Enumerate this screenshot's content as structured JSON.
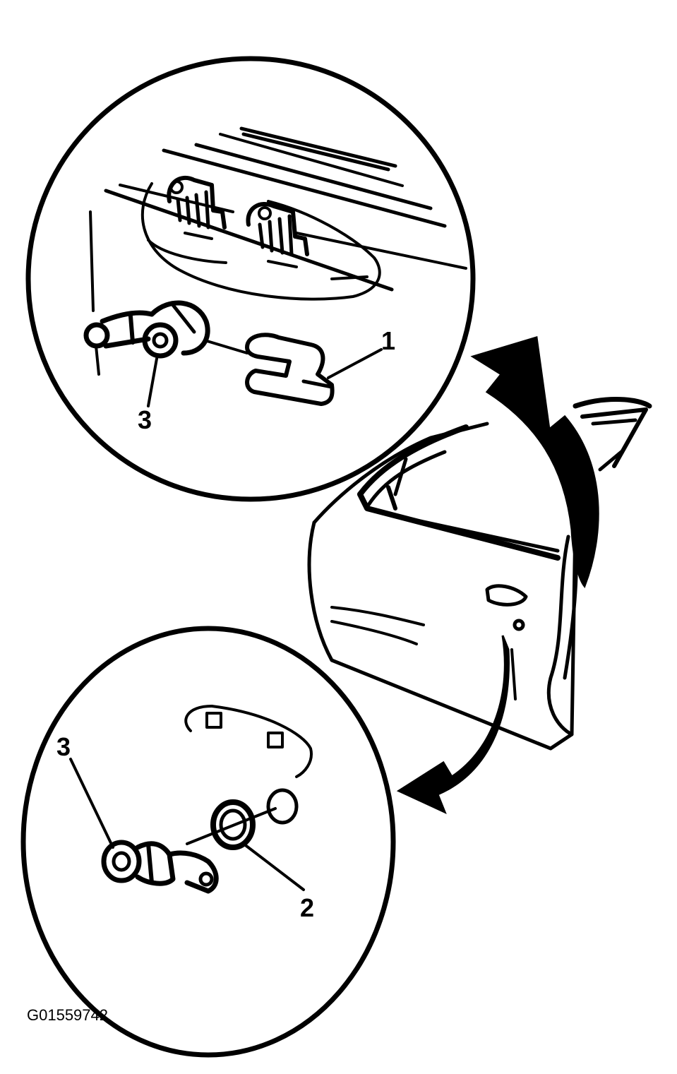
{
  "callouts": {
    "top_part1": "1",
    "top_part3": "3",
    "bottom_part3": "3",
    "bottom_part2": "2"
  },
  "figure_id": "G01559742",
  "colors": {
    "ink": "#000000",
    "paper": "#ffffff"
  }
}
